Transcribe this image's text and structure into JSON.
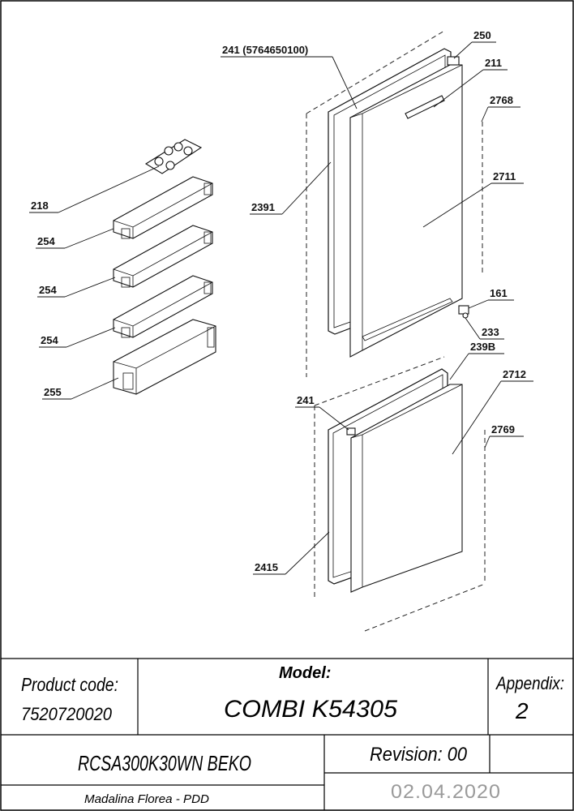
{
  "callouts": {
    "c241_full": "241 (5764650100)",
    "c250": "250",
    "c211": "211",
    "c2768": "2768",
    "c218": "218",
    "c2391": "2391",
    "c2711": "2711",
    "c254a": "254",
    "c254b": "254",
    "c254c": "254",
    "c161": "161",
    "c233": "233",
    "c239b": "239B",
    "c255": "255",
    "c2712": "2712",
    "c241": "241",
    "c2769": "2769",
    "c2415": "2415"
  },
  "title_block": {
    "product_code_label": "Product code:",
    "product_code_value": "7520720020",
    "model_label": "Model:",
    "model_value": "COMBI K54305",
    "appendix_label": "Appendix:",
    "appendix_value": "2",
    "model_code": "RCSA300K30WN BEKO",
    "revision": "Revision: 00",
    "author": "Madalina Florea - PDD",
    "date": "02.04.2020"
  }
}
